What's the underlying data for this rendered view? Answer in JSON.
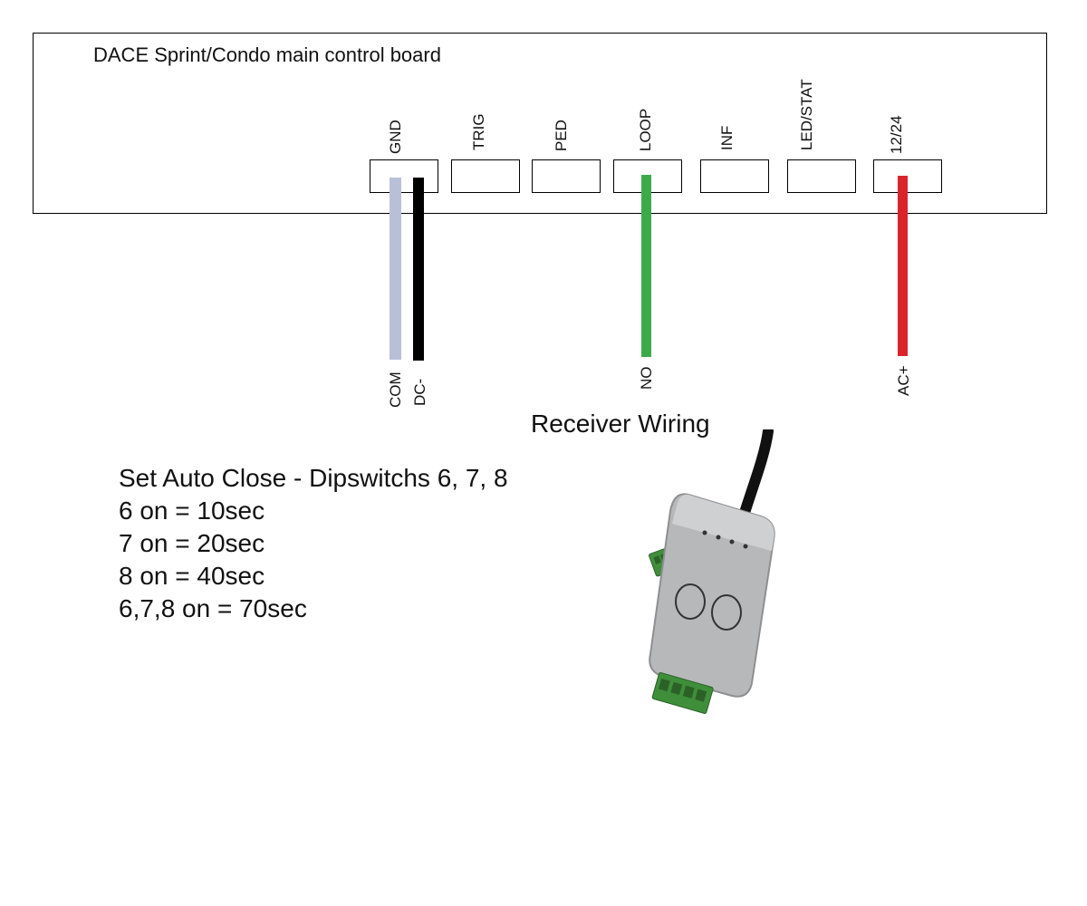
{
  "board": {
    "title": "DACE Sprint/Condo main control board",
    "terminals": [
      "GND",
      "TRIG",
      "PED",
      "LOOP",
      "INF",
      "LED/STAT",
      "12/24"
    ]
  },
  "wires": [
    {
      "label": "COM",
      "color": "#b8c0d8"
    },
    {
      "label": "DC-",
      "color": "#000000"
    },
    {
      "label": "NO",
      "color": "#3bab4a"
    },
    {
      "label": "AC+",
      "color": "#d9242c"
    }
  ],
  "caption": "Receiver Wiring",
  "dipswitch": {
    "title": "Set Auto Close - Dipswitchs 6, 7, 8",
    "lines": [
      "6 on = 10sec",
      "7 on = 20sec",
      "8 on = 40sec",
      "6,7,8 on = 70sec"
    ]
  }
}
